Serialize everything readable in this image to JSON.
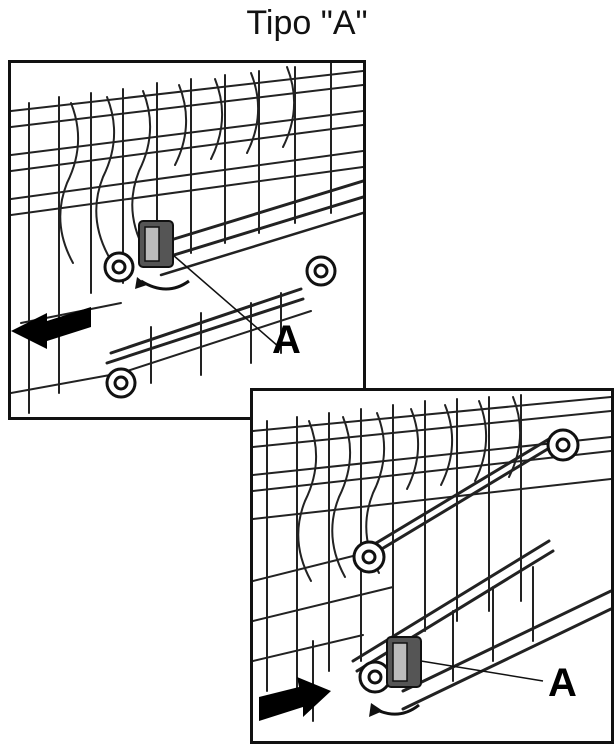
{
  "diagram": {
    "title": "Tipo \"A\"",
    "panels": [
      {
        "callout": "A"
      },
      {
        "callout": "A"
      }
    ]
  }
}
